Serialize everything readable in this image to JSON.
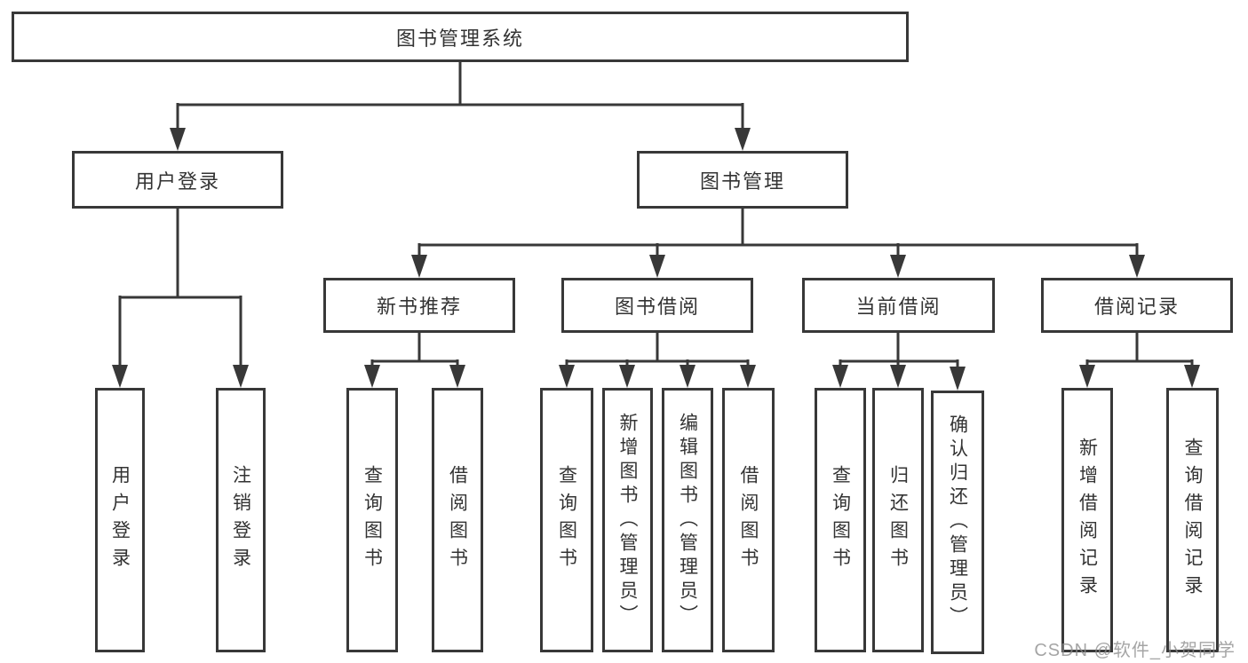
{
  "title": "图书管理系统",
  "tree": {
    "root": {
      "label": "图书管理系统"
    },
    "branches": [
      {
        "label": "用户登录",
        "children": [
          "用户登录",
          "注销登录"
        ]
      },
      {
        "label": "图书管理",
        "sections": [
          {
            "label": "新书推荐",
            "children": [
              "查询图书",
              "借阅图书"
            ]
          },
          {
            "label": "图书借阅",
            "children": [
              "查询图书",
              "新增图书（管理员）",
              "编辑图书（管理员）",
              "借阅图书"
            ]
          },
          {
            "label": "当前借阅",
            "children": [
              "查询图书",
              "归还图书",
              "确认归还（管理员）"
            ]
          },
          {
            "label": "借阅记录",
            "children": [
              "新增借阅记录",
              "查询借阅记录"
            ]
          }
        ]
      }
    ]
  },
  "watermark": "CSDN @软件_小贺同学",
  "colors": {
    "line": "#383838",
    "text": "#333333",
    "background": "#ffffff",
    "watermark": "#8c8c8c"
  }
}
